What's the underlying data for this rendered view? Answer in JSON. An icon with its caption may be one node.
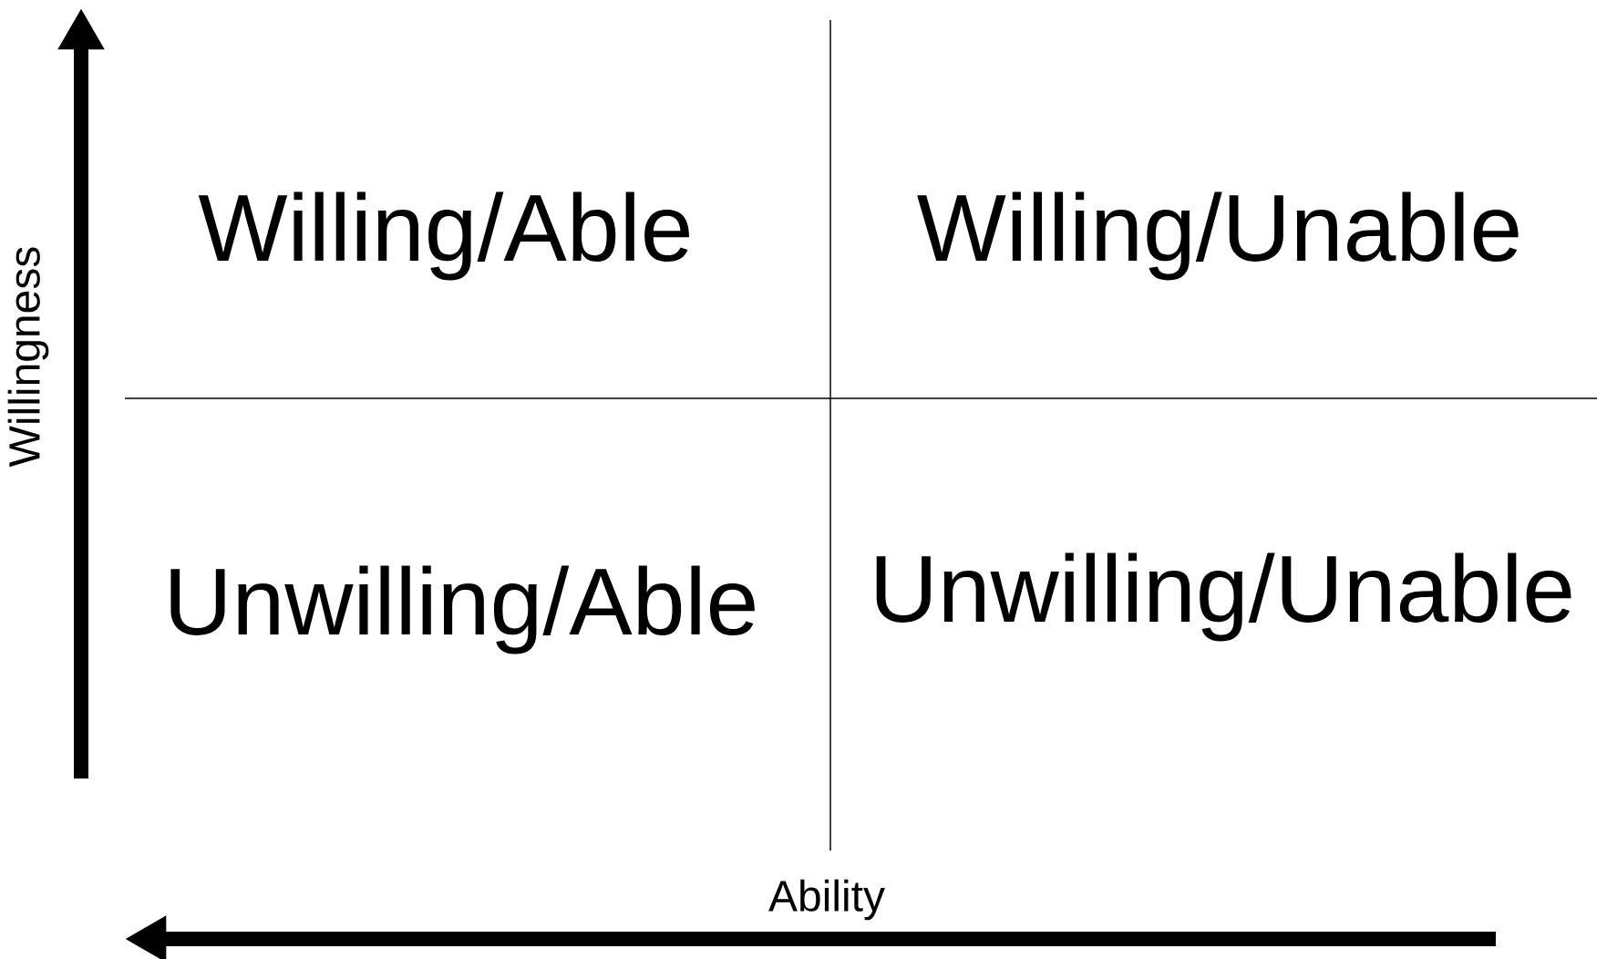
{
  "diagram": {
    "labels": [
      "Willingness",
      "Willing/Able",
      "Willing/Unable",
      "Unwilling/Able",
      "Unwilling/Unable",
      "Ability"
    ]
  }
}
